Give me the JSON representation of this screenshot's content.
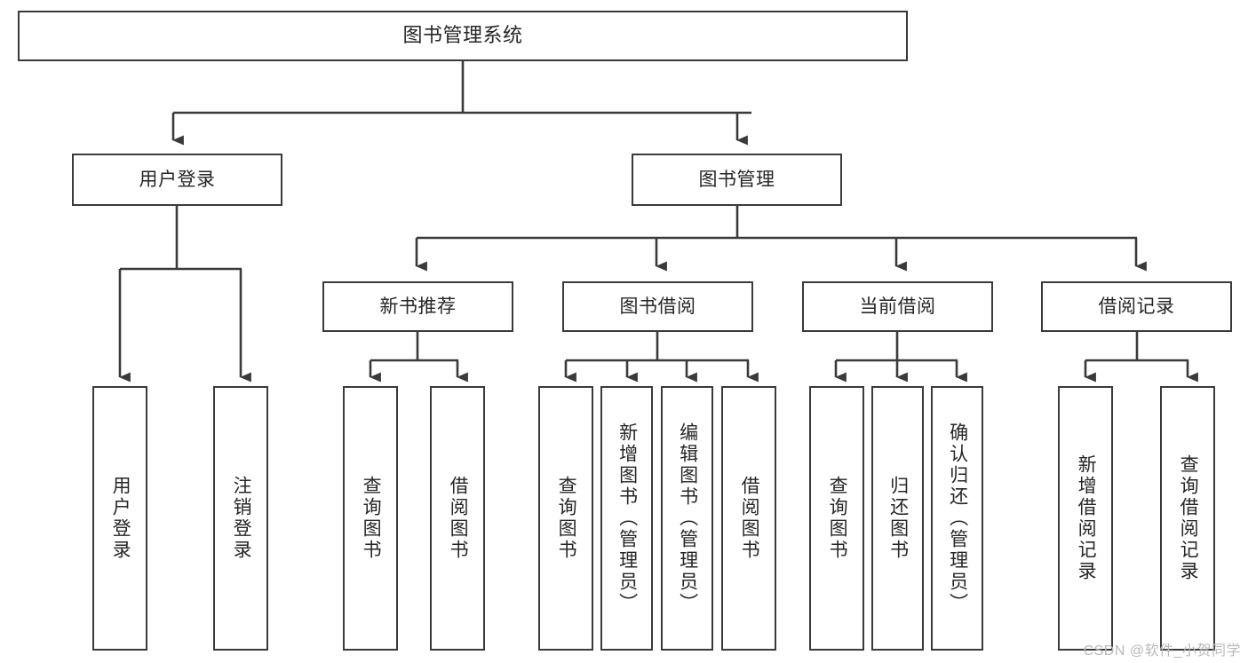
{
  "diagram": {
    "title": "图书管理系统",
    "type": "tree-hierarchy",
    "root": {
      "id": "root",
      "label": "图书管理系统"
    },
    "level2": [
      {
        "id": "user-login",
        "label": "用户登录"
      },
      {
        "id": "book-manage",
        "label": "图书管理"
      }
    ],
    "level3": [
      {
        "id": "new-book-recommend",
        "label": "新书推荐",
        "parent": "book-manage"
      },
      {
        "id": "book-borrow",
        "label": "图书借阅",
        "parent": "book-manage"
      },
      {
        "id": "current-borrow",
        "label": "当前借阅",
        "parent": "book-manage"
      },
      {
        "id": "borrow-record",
        "label": "借阅记录",
        "parent": "book-manage"
      }
    ],
    "leaves": [
      {
        "id": "leaf-user-login",
        "label": "用户登录",
        "parent": "user-login"
      },
      {
        "id": "leaf-user-logout",
        "label": "注销登录",
        "parent": "user-login"
      },
      {
        "id": "leaf-query-book-1",
        "label": "查询图书",
        "parent": "new-book-recommend"
      },
      {
        "id": "leaf-borrow-book-1",
        "label": "借阅图书",
        "parent": "new-book-recommend"
      },
      {
        "id": "leaf-query-book-2",
        "label": "查询图书",
        "parent": "book-borrow"
      },
      {
        "id": "leaf-add-book",
        "label": "新增图书（管理员）",
        "parent": "book-borrow"
      },
      {
        "id": "leaf-edit-book",
        "label": "编辑图书（管理员）",
        "parent": "book-borrow"
      },
      {
        "id": "leaf-borrow-book-2",
        "label": "借阅图书",
        "parent": "book-borrow"
      },
      {
        "id": "leaf-query-book-3",
        "label": "查询图书",
        "parent": "current-borrow"
      },
      {
        "id": "leaf-return-book",
        "label": "归还图书",
        "parent": "current-borrow"
      },
      {
        "id": "leaf-confirm-return",
        "label": "确认归还（管理员）",
        "parent": "current-borrow"
      },
      {
        "id": "leaf-add-record",
        "label": "新增借阅记录",
        "parent": "borrow-record"
      },
      {
        "id": "leaf-query-record",
        "label": "查询借阅记录",
        "parent": "borrow-record"
      }
    ],
    "watermark": "CSDN @软件_小贺同学",
    "colors": {
      "stroke": "#3a3a3a",
      "fill": "#ffffff",
      "text": "#262626",
      "watermark": "#b9b9b9"
    }
  }
}
